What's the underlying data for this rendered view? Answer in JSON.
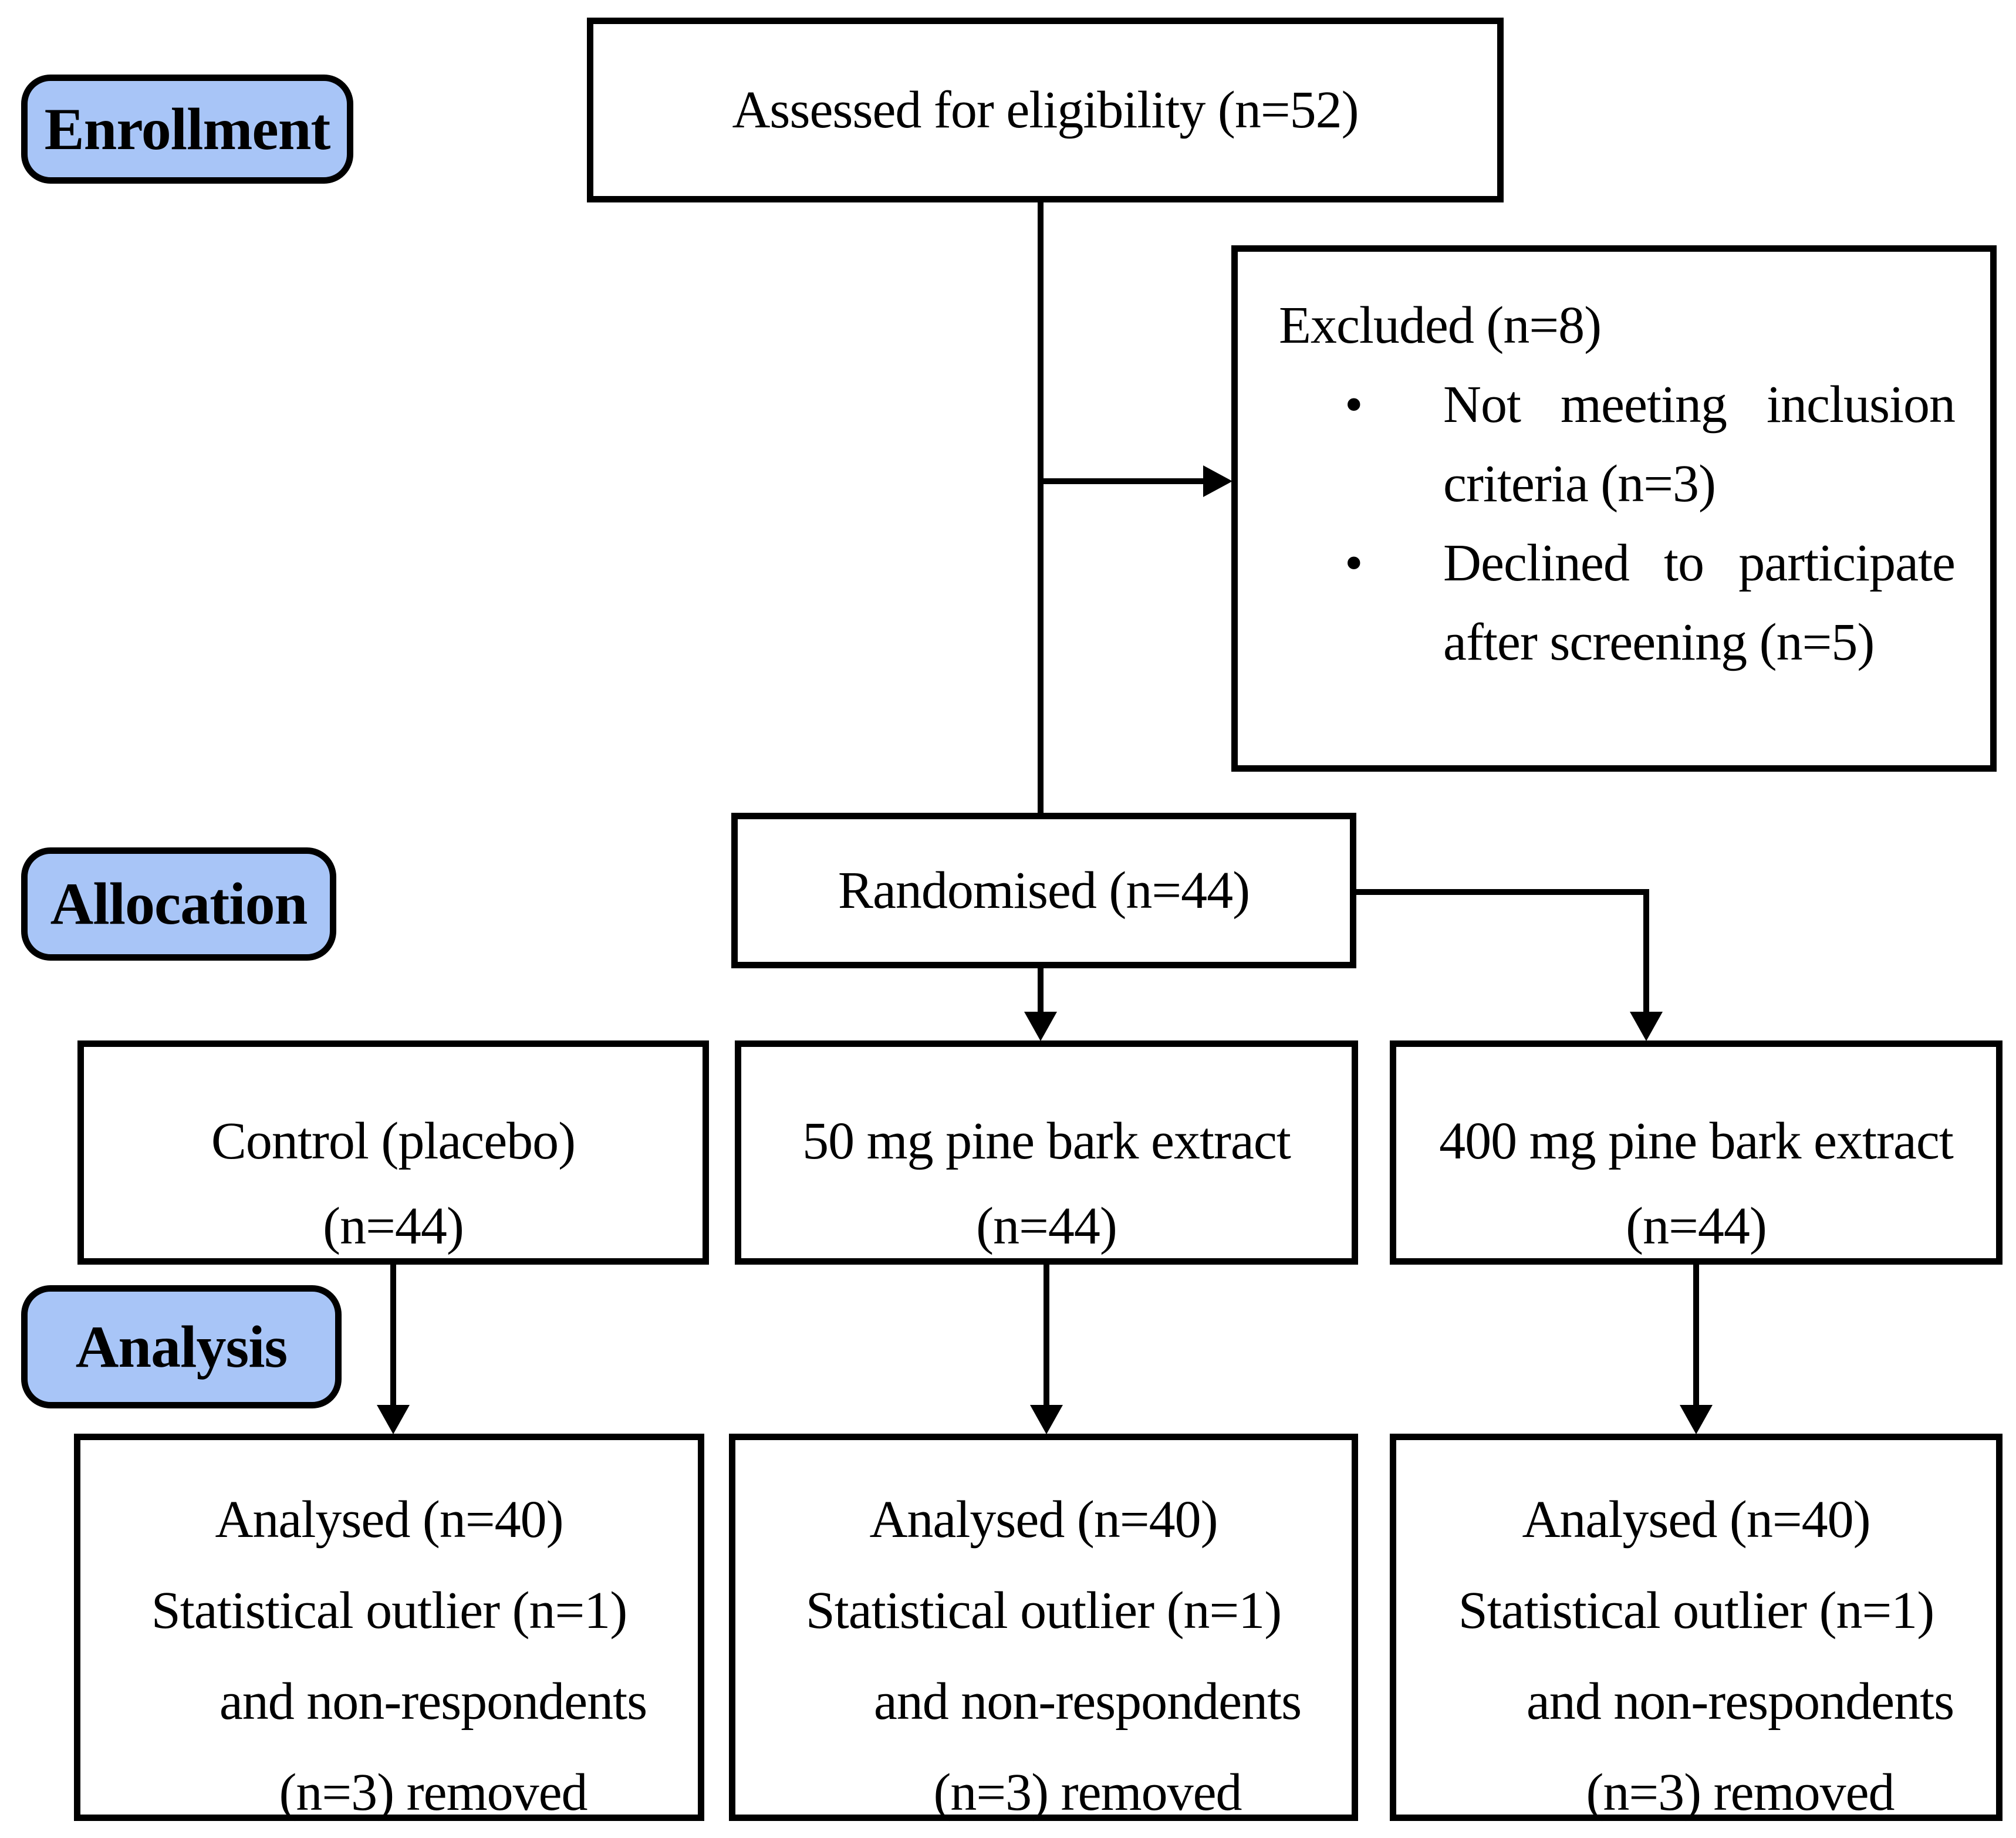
{
  "colors": {
    "label_fill": "#A8C5F7",
    "line": "#000000",
    "box_border": "#000000",
    "background": "#FFFFFF"
  },
  "stages": {
    "enrollment": "Enrollment",
    "allocation": "Allocation",
    "analysis": "Analysis"
  },
  "top_box": {
    "text": "Assessed for eligibility (n=52)"
  },
  "excluded_box": {
    "title": "Excluded (n=8)",
    "bullet": "•",
    "items": [
      {
        "lines": [
          "Not meeting inclusion",
          "criteria (n=3)"
        ]
      },
      {
        "lines": [
          "Declined to participate",
          "after screening (n=5)"
        ]
      }
    ]
  },
  "randomised_box": {
    "text": "Randomised (n=44)"
  },
  "arm_boxes": [
    {
      "line1": "Control (placebo)",
      "line2": "(n=44)"
    },
    {
      "line1": "50 mg pine bark extract",
      "line2": "(n=44)"
    },
    {
      "line1": "400 mg pine bark extract",
      "line2": "(n=44)"
    }
  ],
  "analysed_boxes": [
    {
      "lines": [
        "Analysed (n=40)",
        "Statistical outlier (n=1)",
        "and non-respondents",
        "(n=3) removed"
      ]
    },
    {
      "lines": [
        "Analysed (n=40)",
        "Statistical outlier (n=1)",
        "and non-respondents",
        "(n=3) removed"
      ]
    },
    {
      "lines": [
        "Analysed (n=40)",
        "Statistical outlier (n=1)",
        "and non-respondents",
        "(n=3) removed"
      ]
    }
  ]
}
